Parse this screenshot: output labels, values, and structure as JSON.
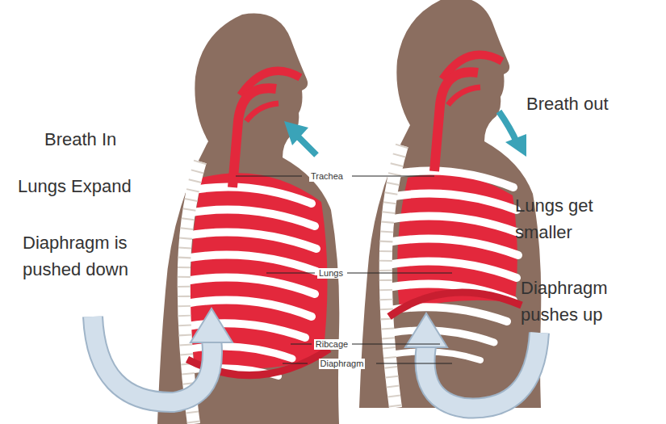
{
  "diagram": {
    "labels": [
      "Breath In",
      "Lungs Expand",
      "Diaphragm is pushed down",
      "Trachea",
      "Lungs",
      "Ribcage",
      "Diaphragm",
      "Breath out",
      "Lungs get smaller",
      "Diaphragm pushes up"
    ]
  }
}
